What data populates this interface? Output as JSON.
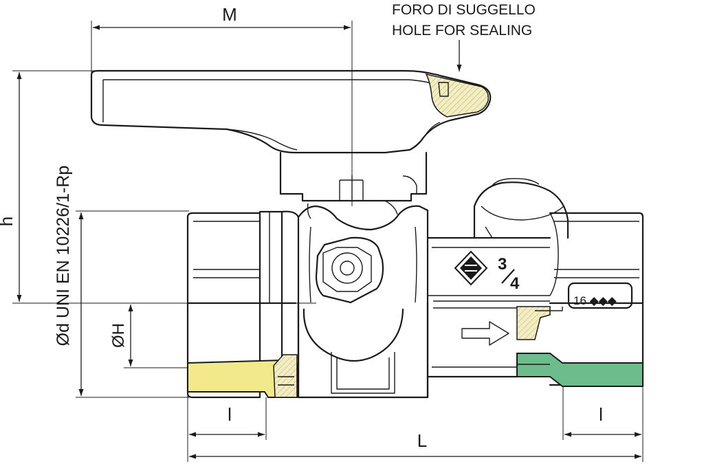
{
  "labels": {
    "M": "M",
    "h": "h",
    "d_rp": "Ød UNI EN 10226/1-Rp",
    "H": "ØH",
    "l_left": "l",
    "l_right": "l",
    "L": "L",
    "seal_it": "FORO DI SUGGELLO",
    "seal_en": "HOLE FOR SEALING",
    "size_num": "3",
    "size_den": "4",
    "pressure_mark": "16 ◆◆◆"
  },
  "colors": {
    "line": "#1a1a1a",
    "thread_left": "#f1e98a",
    "thread_right": "#6dbd8c",
    "seal_hatch": "#f3edc4"
  }
}
